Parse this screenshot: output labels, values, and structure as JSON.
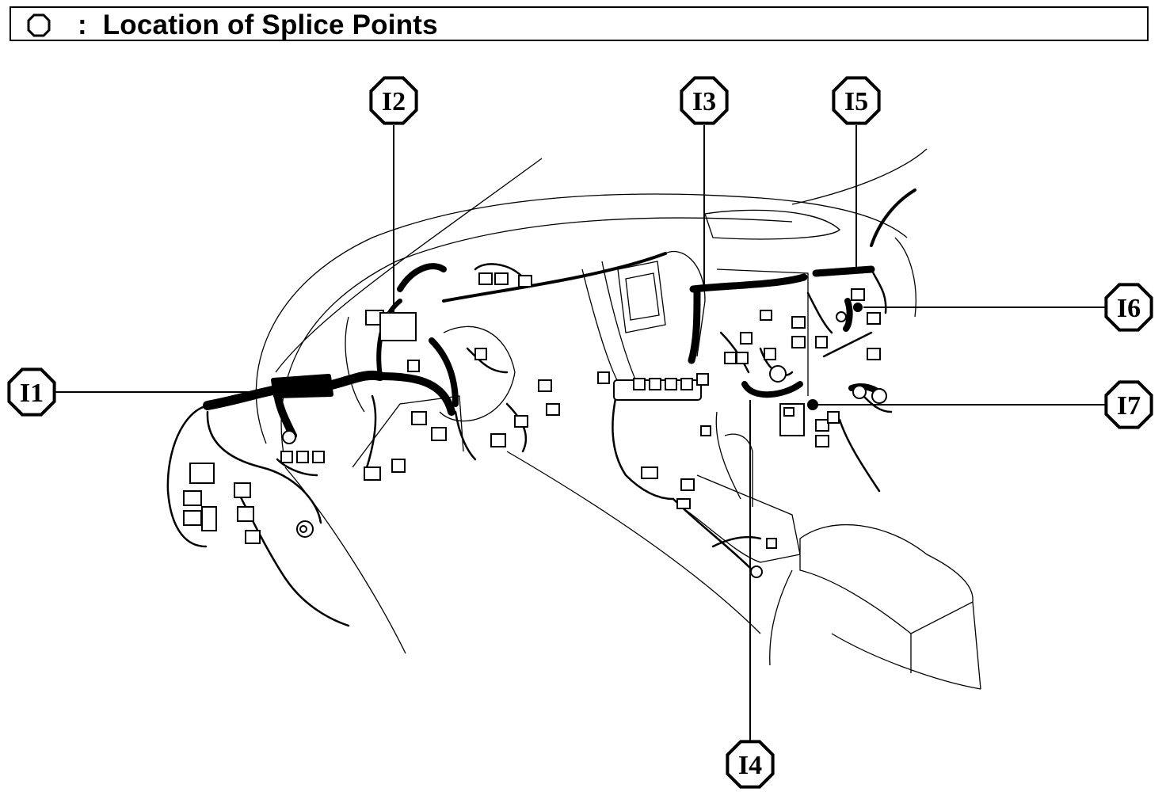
{
  "header": {
    "title": ":  Location of Splice Points",
    "icon": "hexagon-outline-icon"
  },
  "callouts": [
    {
      "id": "I1",
      "label": "I1"
    },
    {
      "id": "I2",
      "label": "I2"
    },
    {
      "id": "I3",
      "label": "I3"
    },
    {
      "id": "I4",
      "label": "I4"
    },
    {
      "id": "I5",
      "label": "I5"
    },
    {
      "id": "I6",
      "label": "I6"
    },
    {
      "id": "I7",
      "label": "I7"
    }
  ],
  "colors": {
    "ink": "#000000",
    "paper": "#ffffff"
  }
}
